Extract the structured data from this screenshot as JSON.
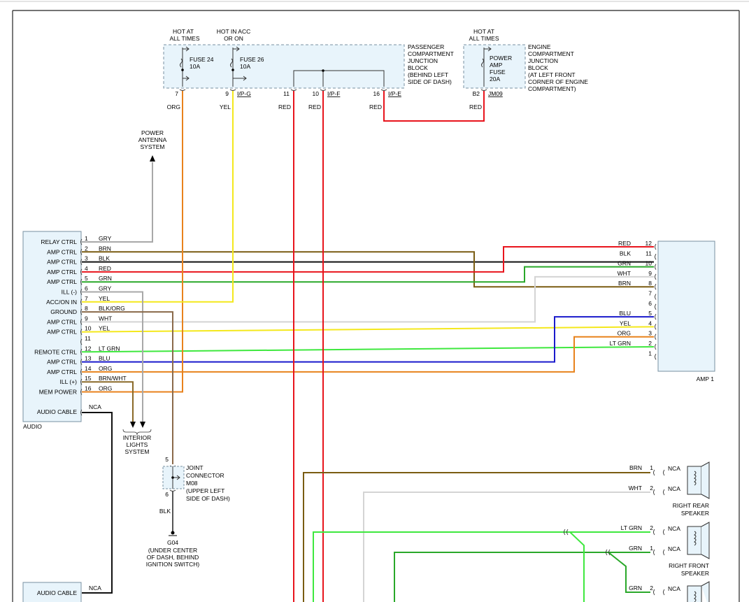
{
  "colors": {
    "RED": "#e8141c",
    "YEL": "#f4e81c",
    "ORG": "#e8821c",
    "GRY": "#a8a8a8",
    "BRN": "#7a5c12",
    "BLK": "#111111",
    "GRN": "#2aa82a",
    "LT GRN": "#3ee83e",
    "BLU": "#1a1acc",
    "WHT": "#d4d4d4",
    "BLK/ORG": "#8a6a4a",
    "BRN/WHT": "#8a6a28",
    "panel_fill": "#e8f4fb",
    "panel_stroke": "#7890a0"
  },
  "fuse_block": {
    "hot_always": [
      "HOT AT",
      "ALL TIMES"
    ],
    "hot_acc": [
      "HOT IN ACC",
      "OR ON"
    ],
    "fuse24": [
      "FUSE 24",
      "10A"
    ],
    "fuse26": [
      "FUSE 26",
      "10A"
    ],
    "title": [
      "PASSENGER",
      "COMPARTMENT",
      "JUNCTION",
      "BLOCK",
      "(BEHIND LEFT",
      "SIDE OF DASH)"
    ],
    "pins": [
      {
        "num": "7",
        "conn": "",
        "color": "ORG"
      },
      {
        "num": "9",
        "conn": "I/P-G",
        "color": "YEL"
      },
      {
        "num": "11",
        "conn": "",
        "color": "RED"
      },
      {
        "num": "10",
        "conn": "I/P-F",
        "color": "RED"
      },
      {
        "num": "16",
        "conn": "I/P-E",
        "color": "RED"
      }
    ]
  },
  "engine_block": {
    "hot": [
      "HOT AT",
      "ALL TIMES"
    ],
    "fuse": [
      "POWER",
      "AMP",
      "FUSE",
      "20A"
    ],
    "title": [
      "ENGINE",
      "COMPARTMENT",
      "JUNCTION",
      "BLOCK",
      "(AT LEFT FRONT",
      "CORNER OF ENGINE",
      "COMPARTMENT)"
    ],
    "pin": "B2",
    "conn": "JM09",
    "color": "RED"
  },
  "power_antenna": [
    "POWER",
    "ANTENNA",
    "SYSTEM"
  ],
  "audio": {
    "name": "AUDIO",
    "pins": [
      {
        "label": "RELAY CTRL",
        "num": "1",
        "wire": "GRY"
      },
      {
        "label": "AMP CTRL",
        "num": "2",
        "wire": "BRN"
      },
      {
        "label": "AMP CTRL",
        "num": "3",
        "wire": "BLK"
      },
      {
        "label": "AMP CTRL",
        "num": "4",
        "wire": "RED"
      },
      {
        "label": "AMP CTRL",
        "num": "5",
        "wire": "GRN"
      },
      {
        "label": "ILL (-)",
        "num": "6",
        "wire": "GRY"
      },
      {
        "label": "ACC/ON IN",
        "num": "7",
        "wire": "YEL"
      },
      {
        "label": "GROUND",
        "num": "8",
        "wire": "BLK/ORG"
      },
      {
        "label": "AMP CTRL",
        "num": "9",
        "wire": "WHT"
      },
      {
        "label": "AMP CTRL",
        "num": "10",
        "wire": "YEL"
      },
      {
        "label": "",
        "num": "11",
        "wire": ""
      },
      {
        "label": "REMOTE CTRL",
        "num": "12",
        "wire": "LT GRN"
      },
      {
        "label": "AMP CTRL",
        "num": "13",
        "wire": "BLU"
      },
      {
        "label": "AMP CTRL",
        "num": "14",
        "wire": "ORG"
      },
      {
        "label": "ILL (+)",
        "num": "15",
        "wire": "BRN/WHT"
      },
      {
        "label": "MEM POWER",
        "num": "16",
        "wire": "ORG"
      }
    ],
    "cable_label": "AUDIO CABLE",
    "cable_wire": "NCA"
  },
  "amp": {
    "name": "AMP 1",
    "pins": [
      {
        "num": "12",
        "wire": "RED"
      },
      {
        "num": "11",
        "wire": "BLK"
      },
      {
        "num": "10",
        "wire": "GRN"
      },
      {
        "num": "9",
        "wire": "WHT"
      },
      {
        "num": "8",
        "wire": "BRN"
      },
      {
        "num": "7",
        "wire": ""
      },
      {
        "num": "6",
        "wire": ""
      },
      {
        "num": "5",
        "wire": "BLU"
      },
      {
        "num": "4",
        "wire": "YEL"
      },
      {
        "num": "3",
        "wire": "ORG"
      },
      {
        "num": "2",
        "wire": "LT GRN"
      },
      {
        "num": "1",
        "wire": ""
      }
    ]
  },
  "interior_lights": [
    "INTERIOR",
    "LIGHTS",
    "SYSTEM"
  ],
  "joint": {
    "pin_top": "5",
    "pin_bottom": "6",
    "title": [
      "JOINT",
      "CONNECTOR",
      "M08",
      "(UPPER LEFT",
      "SIDE OF DASH)"
    ],
    "wire": "BLK"
  },
  "ground": {
    "name": "G04",
    "desc": [
      "(UNDER CENTER",
      "OF DASH, BEHIND",
      "IGNITION SWITCH)"
    ]
  },
  "right_rear": {
    "name": [
      "RIGHT REAR",
      "SPEAKER"
    ],
    "wires": [
      {
        "color": "BRN",
        "num": "1",
        "nca": "NCA"
      },
      {
        "color": "WHT",
        "num": "2",
        "nca": "NCA"
      }
    ]
  },
  "right_front": {
    "name": [
      "RIGHT FRONT",
      "SPEAKER"
    ],
    "wires": [
      {
        "color": "LT GRN",
        "num": "2",
        "nca": "NCA"
      },
      {
        "color": "GRN",
        "num": "1",
        "nca": "NCA"
      }
    ]
  },
  "third_speaker": {
    "wires": [
      {
        "color": "GRN",
        "num": "2",
        "nca": "NCA"
      }
    ]
  },
  "audio_cable_2": {
    "label": "AUDIO CABLE",
    "wire": "NCA"
  }
}
